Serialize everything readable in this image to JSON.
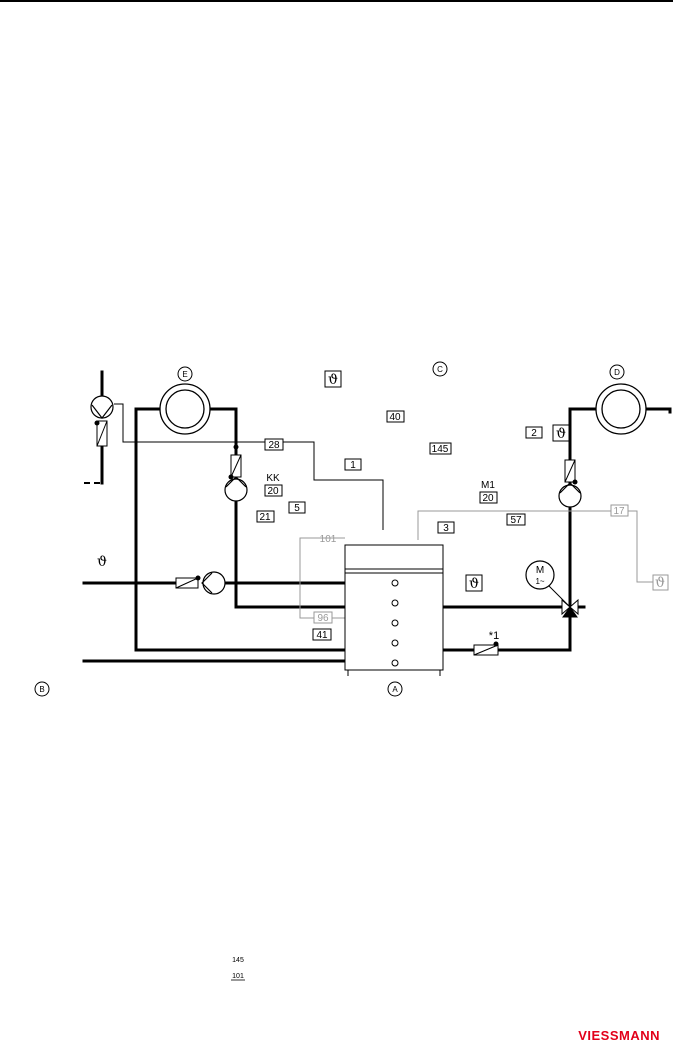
{
  "components": {
    "A": "A",
    "B": "B",
    "C": "C",
    "D": "D",
    "E": "E",
    "mixer_motor_top": "M",
    "mixer_motor_bottom": "1~",
    "kk": "KK",
    "m1": "M1",
    "note_star": "*1",
    "theta": "ϑ"
  },
  "boxes": {
    "b40": "40",
    "b2": "2",
    "b28": "28",
    "b145": "145",
    "b1": "1",
    "b20_kk": "20",
    "b20_m1": "20",
    "b5": "5",
    "b21": "21",
    "b3": "3",
    "b57": "57",
    "b17": "17",
    "b101": "101",
    "b96": "96",
    "b41": "41"
  },
  "legend": {
    "item_145": "145",
    "item_101": "101"
  },
  "brand": {
    "logo": "VIESSMANN",
    "color": "#e2001a"
  },
  "colors": {
    "pipe": "#000000",
    "wire_grey": "#999999"
  }
}
